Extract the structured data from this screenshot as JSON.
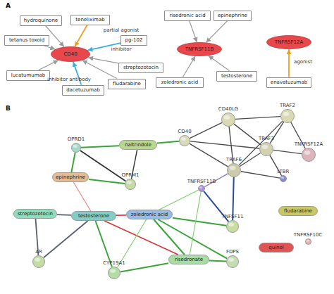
{
  "diagram": {
    "nodes": [
      {
        "text": [
          "hydroquinone"
        ]
      },
      {
        "text": [
          "teneliximab"
        ]
      },
      {
        "text": [
          "tetanus toxoid"
        ]
      },
      {
        "text": [
          "pg-102"
        ]
      },
      {
        "text": [
          "CD40"
        ]
      },
      {
        "text": [
          "risedronic acid"
        ]
      },
      {
        "text": [
          "epinephrine"
        ]
      },
      {
        "text": [
          "TNFRSF11B"
        ]
      },
      {
        "text": [
          "TNFRSF12A"
        ]
      },
      {
        "text": [
          "streptozotocin"
        ]
      },
      {
        "text": [
          "lucatumumab"
        ]
      },
      {
        "text": [
          "fludarabine"
        ]
      },
      {
        "text": [
          "dacetuzumab"
        ]
      },
      {
        "text": [
          "zoledronic acid"
        ]
      },
      {
        "text": [
          "testosterone"
        ]
      },
      {
        "text": [
          "enavatuzumab"
        ]
      },
      {
        "text": [
          "CD40LG"
        ]
      },
      {
        "text": [
          "TRAF2"
        ]
      },
      {
        "text": [
          "TRAF3"
        ]
      },
      {
        "text": [
          "TNFRSF12A"
        ]
      },
      {
        "text": [
          "OPRD1"
        ]
      },
      {
        "text": [
          "naltrindole"
        ]
      },
      {
        "text": [
          "CD40"
        ]
      },
      {
        "text": [
          "TRAF6"
        ]
      },
      {
        "text": [
          "LTBR"
        ]
      },
      {
        "text": [
          "epinephrine"
        ]
      },
      {
        "text": [
          "OPRM1"
        ]
      },
      {
        "text": [
          "TNFRSF11B"
        ]
      },
      {
        "text": [
          "streptozotocin"
        ]
      },
      {
        "text": [
          "testosterone"
        ]
      },
      {
        "text": [
          "zoledronic acid"
        ]
      },
      {
        "text": [
          "TNFSF11"
        ]
      },
      {
        "text": [
          "fludarabine"
        ]
      },
      {
        "text": [
          "TNFRSF10C"
        ]
      },
      {
        "text": [
          "quinol"
        ]
      },
      {
        "text": [
          "AR"
        ]
      },
      {
        "text": [
          "risedronate"
        ]
      },
      {
        "text": [
          "CYP19A1"
        ]
      },
      {
        "text": [
          "FDPS"
        ]
      }
    ],
    "edges": [
      {
        "from": 0,
        "to": 4,
        "arrow": "to"
      },
      {
        "from": 1,
        "to": 4,
        "label": "partial agonist",
        "arrow": "to"
      },
      {
        "from": 2,
        "to": 4,
        "arrow": "to"
      },
      {
        "from": 3,
        "to": 4,
        "label": "inhibitor",
        "arrow": "to"
      },
      {
        "from": 9,
        "to": 4,
        "arrow": "to"
      },
      {
        "from": 10,
        "to": 4,
        "arrow": "to"
      },
      {
        "from": 12,
        "to": 4,
        "label": "inhibitor antibody",
        "arrow": "to"
      },
      {
        "from": 11,
        "to": 4,
        "arrow": "to"
      },
      {
        "from": 5,
        "to": 7,
        "arrow": "to"
      },
      {
        "from": 6,
        "to": 7,
        "arrow": "to"
      },
      {
        "from": 14,
        "to": 7,
        "arrow": "to"
      },
      {
        "from": 13,
        "to": 7,
        "arrow": "to"
      },
      {
        "from": 15,
        "to": 8,
        "label": "agonist",
        "arrow": "to"
      },
      {
        "from": 16,
        "to": 17,
        "arrow": "none"
      },
      {
        "from": 16,
        "to": 18,
        "arrow": "none"
      },
      {
        "from": 16,
        "to": 22,
        "arrow": "none"
      },
      {
        "from": 16,
        "to": 23,
        "arrow": "none"
      },
      {
        "from": 17,
        "to": 18,
        "arrow": "none"
      },
      {
        "from": 17,
        "to": 19,
        "arrow": "none"
      },
      {
        "from": 17,
        "to": 23,
        "arrow": "none"
      },
      {
        "from": 18,
        "to": 19,
        "arrow": "none"
      },
      {
        "from": 18,
        "to": 23,
        "arrow": "none"
      },
      {
        "from": 18,
        "to": 22,
        "arrow": "none"
      },
      {
        "from": 18,
        "to": 24,
        "arrow": "none"
      },
      {
        "from": 22,
        "to": 23,
        "arrow": "none"
      },
      {
        "from": 23,
        "to": 24,
        "arrow": "none"
      },
      {
        "from": 22,
        "to": 21,
        "arrow": "none"
      },
      {
        "from": 21,
        "to": 20,
        "arrow": "none"
      },
      {
        "from": 21,
        "to": 26,
        "arrow": "none"
      },
      {
        "from": 20,
        "to": 26,
        "arrow": "none"
      },
      {
        "from": 20,
        "to": 25,
        "arrow": "none"
      },
      {
        "from": 25,
        "to": 26,
        "arrow": "none"
      },
      {
        "from": 25,
        "to": 29,
        "arrow": "none"
      },
      {
        "from": 28,
        "to": 29,
        "arrow": "none"
      },
      {
        "from": 28,
        "to": 35,
        "arrow": "none"
      },
      {
        "from": 29,
        "to": 35,
        "arrow": "none"
      },
      {
        "from": 29,
        "to": 37,
        "arrow": "none"
      },
      {
        "from": 29,
        "to": 30,
        "arrow": "none"
      },
      {
        "from": 29,
        "to": 36,
        "arrow": "none"
      },
      {
        "from": 30,
        "to": 27,
        "arrow": "none"
      },
      {
        "from": 30,
        "to": 31,
        "arrow": "none"
      },
      {
        "from": 30,
        "to": 36,
        "arrow": "none"
      },
      {
        "from": 30,
        "to": 38,
        "arrow": "none"
      },
      {
        "from": 30,
        "to": 37,
        "arrow": "none"
      },
      {
        "from": 36,
        "to": 38,
        "arrow": "none"
      },
      {
        "from": 36,
        "to": 37,
        "arrow": "none"
      },
      {
        "from": 27,
        "to": 31,
        "arrow": "none"
      },
      {
        "from": 31,
        "to": 23,
        "arrow": "none"
      },
      {
        "from": 27,
        "to": 23,
        "arrow": "none"
      },
      {
        "from": 36,
        "to": 27,
        "arrow": "none"
      }
    ],
    "labels": [
      "A",
      "B"
    ]
  }
}
